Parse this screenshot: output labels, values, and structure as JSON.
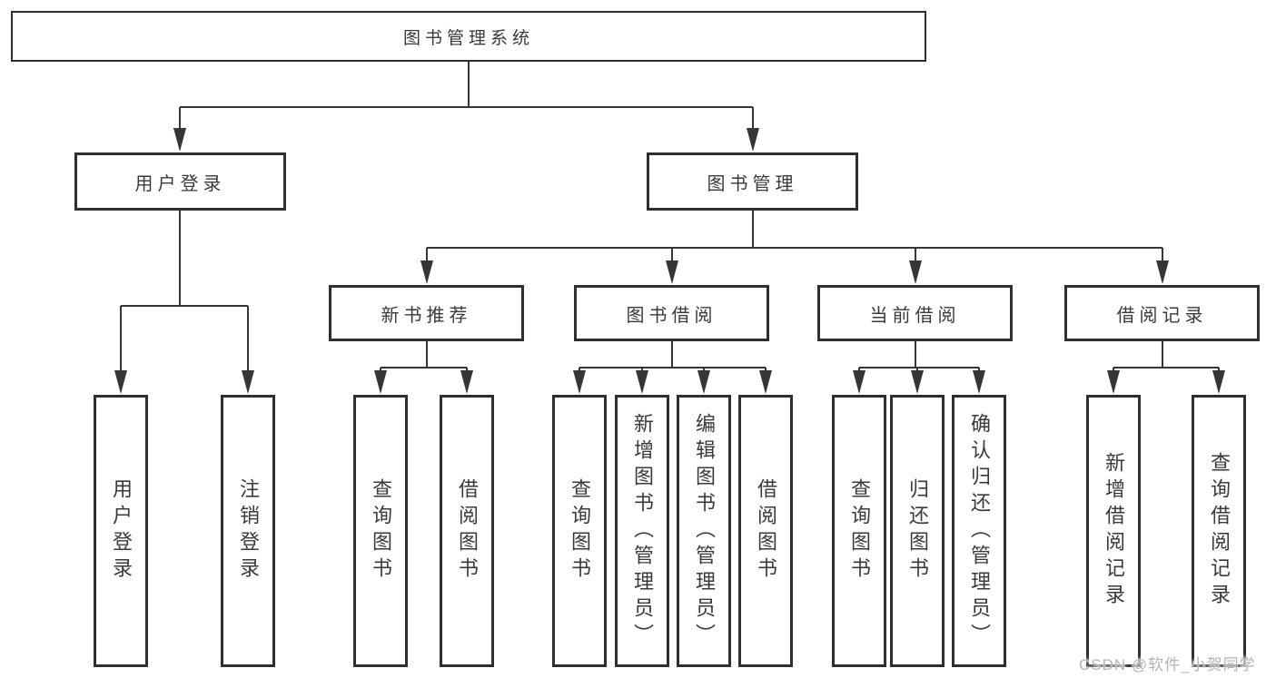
{
  "tree": {
    "root": {
      "label": "图书管理系统"
    },
    "branches": [
      {
        "label": "用户登录",
        "children": [
          {
            "label": "用户登录"
          },
          {
            "label": "注销登录"
          }
        ]
      },
      {
        "label": "图书管理",
        "sections": [
          {
            "label": "新书推荐",
            "children": [
              {
                "label": "查询图书"
              },
              {
                "label": "借阅图书"
              }
            ]
          },
          {
            "label": "图书借阅",
            "children": [
              {
                "label": "查询图书"
              },
              {
                "label": "新增图书（管理员）"
              },
              {
                "label": "编辑图书（管理员）"
              },
              {
                "label": "借阅图书"
              }
            ]
          },
          {
            "label": "当前借阅",
            "children": [
              {
                "label": "查询图书"
              },
              {
                "label": "归还图书"
              },
              {
                "label": "确认归还（管理员）"
              }
            ]
          },
          {
            "label": "借阅记录",
            "children": [
              {
                "label": "新增借阅记录"
              },
              {
                "label": "查询借阅记录"
              }
            ]
          }
        ]
      }
    ]
  },
  "watermark": {
    "text": "CSDN @软件_小贺同学"
  },
  "colors": {
    "line": "#363636",
    "box_border": "#2f2f2f",
    "text": "#3a3a3a",
    "watermark": "#b3b3b3",
    "background": "#ffffff"
  }
}
